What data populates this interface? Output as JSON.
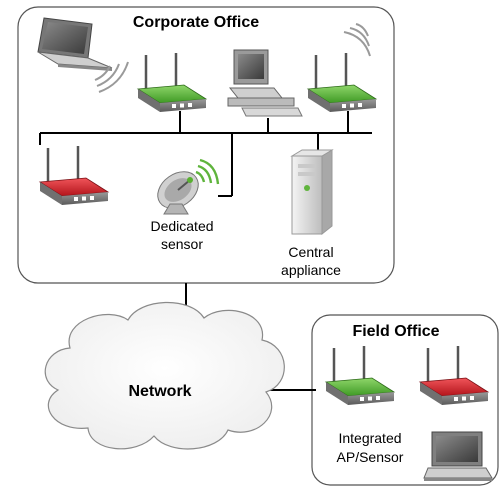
{
  "corporate_office": {
    "title": "Corporate Office",
    "sensor_label_line1": "Dedicated",
    "sensor_label_line2": "sensor",
    "appliance_label_line1": "Central",
    "appliance_label_line2": "appliance"
  },
  "field_office": {
    "title": "Field Office",
    "ap_label_line1": "Integrated",
    "ap_label_line2": "AP/Sensor"
  },
  "network": {
    "label": "Network"
  },
  "colors": {
    "good_ap": "#5fb43c",
    "rogue_ap": "#d8222a",
    "box_border": "#555555",
    "line": "#000000"
  },
  "icons": [
    "laptop-icon",
    "access-point-icon",
    "desktop-computer-icon",
    "wireless-waves-icon",
    "satellite-dish-sensor-icon",
    "server-tower-icon",
    "cloud-icon"
  ]
}
